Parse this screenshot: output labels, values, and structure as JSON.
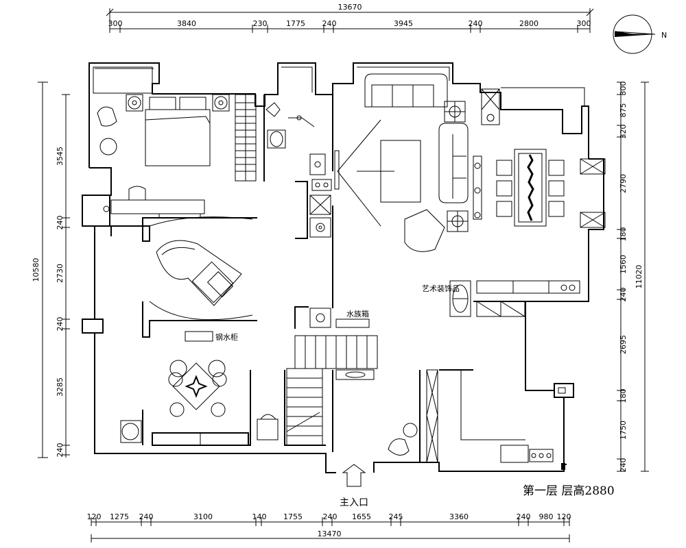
{
  "top_dims": {
    "overall": "13670",
    "segments": [
      "300",
      "3840",
      "230",
      "1775",
      "240",
      "3945",
      "240",
      "2800",
      "300"
    ]
  },
  "bottom_dims": {
    "overall": "13470",
    "segments": [
      "120",
      "1275",
      "240",
      "3100",
      "140",
      "1755",
      "240",
      "1655",
      "245",
      "3360",
      "240",
      "980",
      "120"
    ]
  },
  "left_dims": {
    "overall": "10580",
    "segments": [
      "3545",
      "240",
      "2730",
      "240",
      "3285",
      "240"
    ]
  },
  "right_dims": {
    "overall": "11020",
    "segments": [
      "300",
      "875",
      "320",
      "2790",
      "180",
      "1560",
      "240",
      "2695",
      "180",
      "1750",
      "240"
    ]
  },
  "labels": {
    "aquarium": "水族箱",
    "art_display": "艺术装饰品",
    "piano_cabinet": "钢水柜",
    "entrance": "主入口",
    "floor_title": "第一层  层高2880"
  },
  "icons": [
    "compass-icon"
  ]
}
